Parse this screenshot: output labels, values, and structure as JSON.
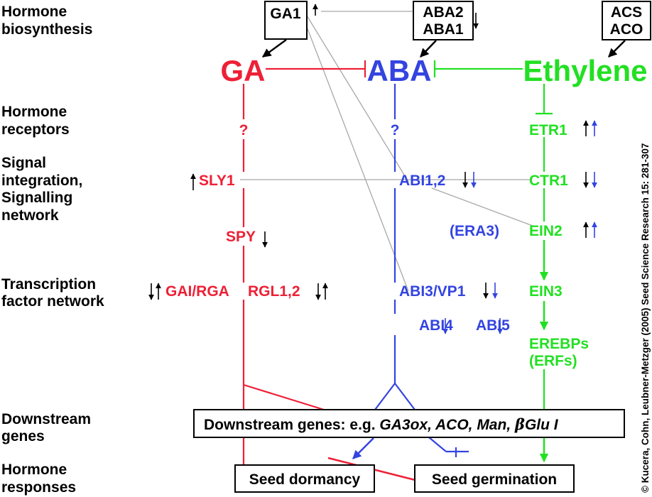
{
  "row_labels": {
    "biosynthesis": [
      "Hormone",
      "biosynthesis"
    ],
    "receptors": [
      "Hormone",
      "receptors"
    ],
    "signal": [
      "Signal",
      "integration,",
      "Signalling",
      "network"
    ],
    "transcription": [
      "Transcription",
      "factor network"
    ],
    "downstream": [
      "Downstream",
      "genes"
    ],
    "responses": [
      "Hormone",
      "responses"
    ]
  },
  "biosynthesis_boxes": {
    "ga1": "GA1",
    "aba": [
      "ABA2",
      "ABA1"
    ],
    "ethylene": [
      "ACS",
      "ACO"
    ]
  },
  "hormones": {
    "ga": "GA",
    "aba": "ABA",
    "ethylene": "Ethylene"
  },
  "ga_pathway": {
    "receptor": "?",
    "sly1": "SLY1",
    "spy": "SPY",
    "gai_rga": "GAI/RGA",
    "rgl": "RGL1,2"
  },
  "aba_pathway": {
    "receptor": "?",
    "abi12": "ABI1,2",
    "era3": "(ERA3)",
    "abi3": "ABI3/VP1",
    "abi4": "ABI4",
    "abi5": "ABI5"
  },
  "ethylene_pathway": {
    "etr1": "ETR1",
    "ctr1": "CTR1",
    "ein2": "EIN2",
    "ein3": "EIN3",
    "erebps": [
      "EREBPs",
      "(ERFs)"
    ]
  },
  "downstream": {
    "prefix": "Downstream genes: e.g. ",
    "genes": "GA3ox, ACO, Man, ",
    "beta": "β",
    "glu": "Glu I"
  },
  "responses": {
    "dormancy": "Seed dormancy",
    "germination": "Seed germination"
  },
  "citation": "© Kucera, Cohn, Leubner-Metzger (2005) Seed Science Research 15: 281-307",
  "colors": {
    "ga": "#ee2036",
    "aba": "#3344e0",
    "ethylene": "#22e022",
    "link": "#a8a8a8",
    "arrow": "#000000"
  }
}
